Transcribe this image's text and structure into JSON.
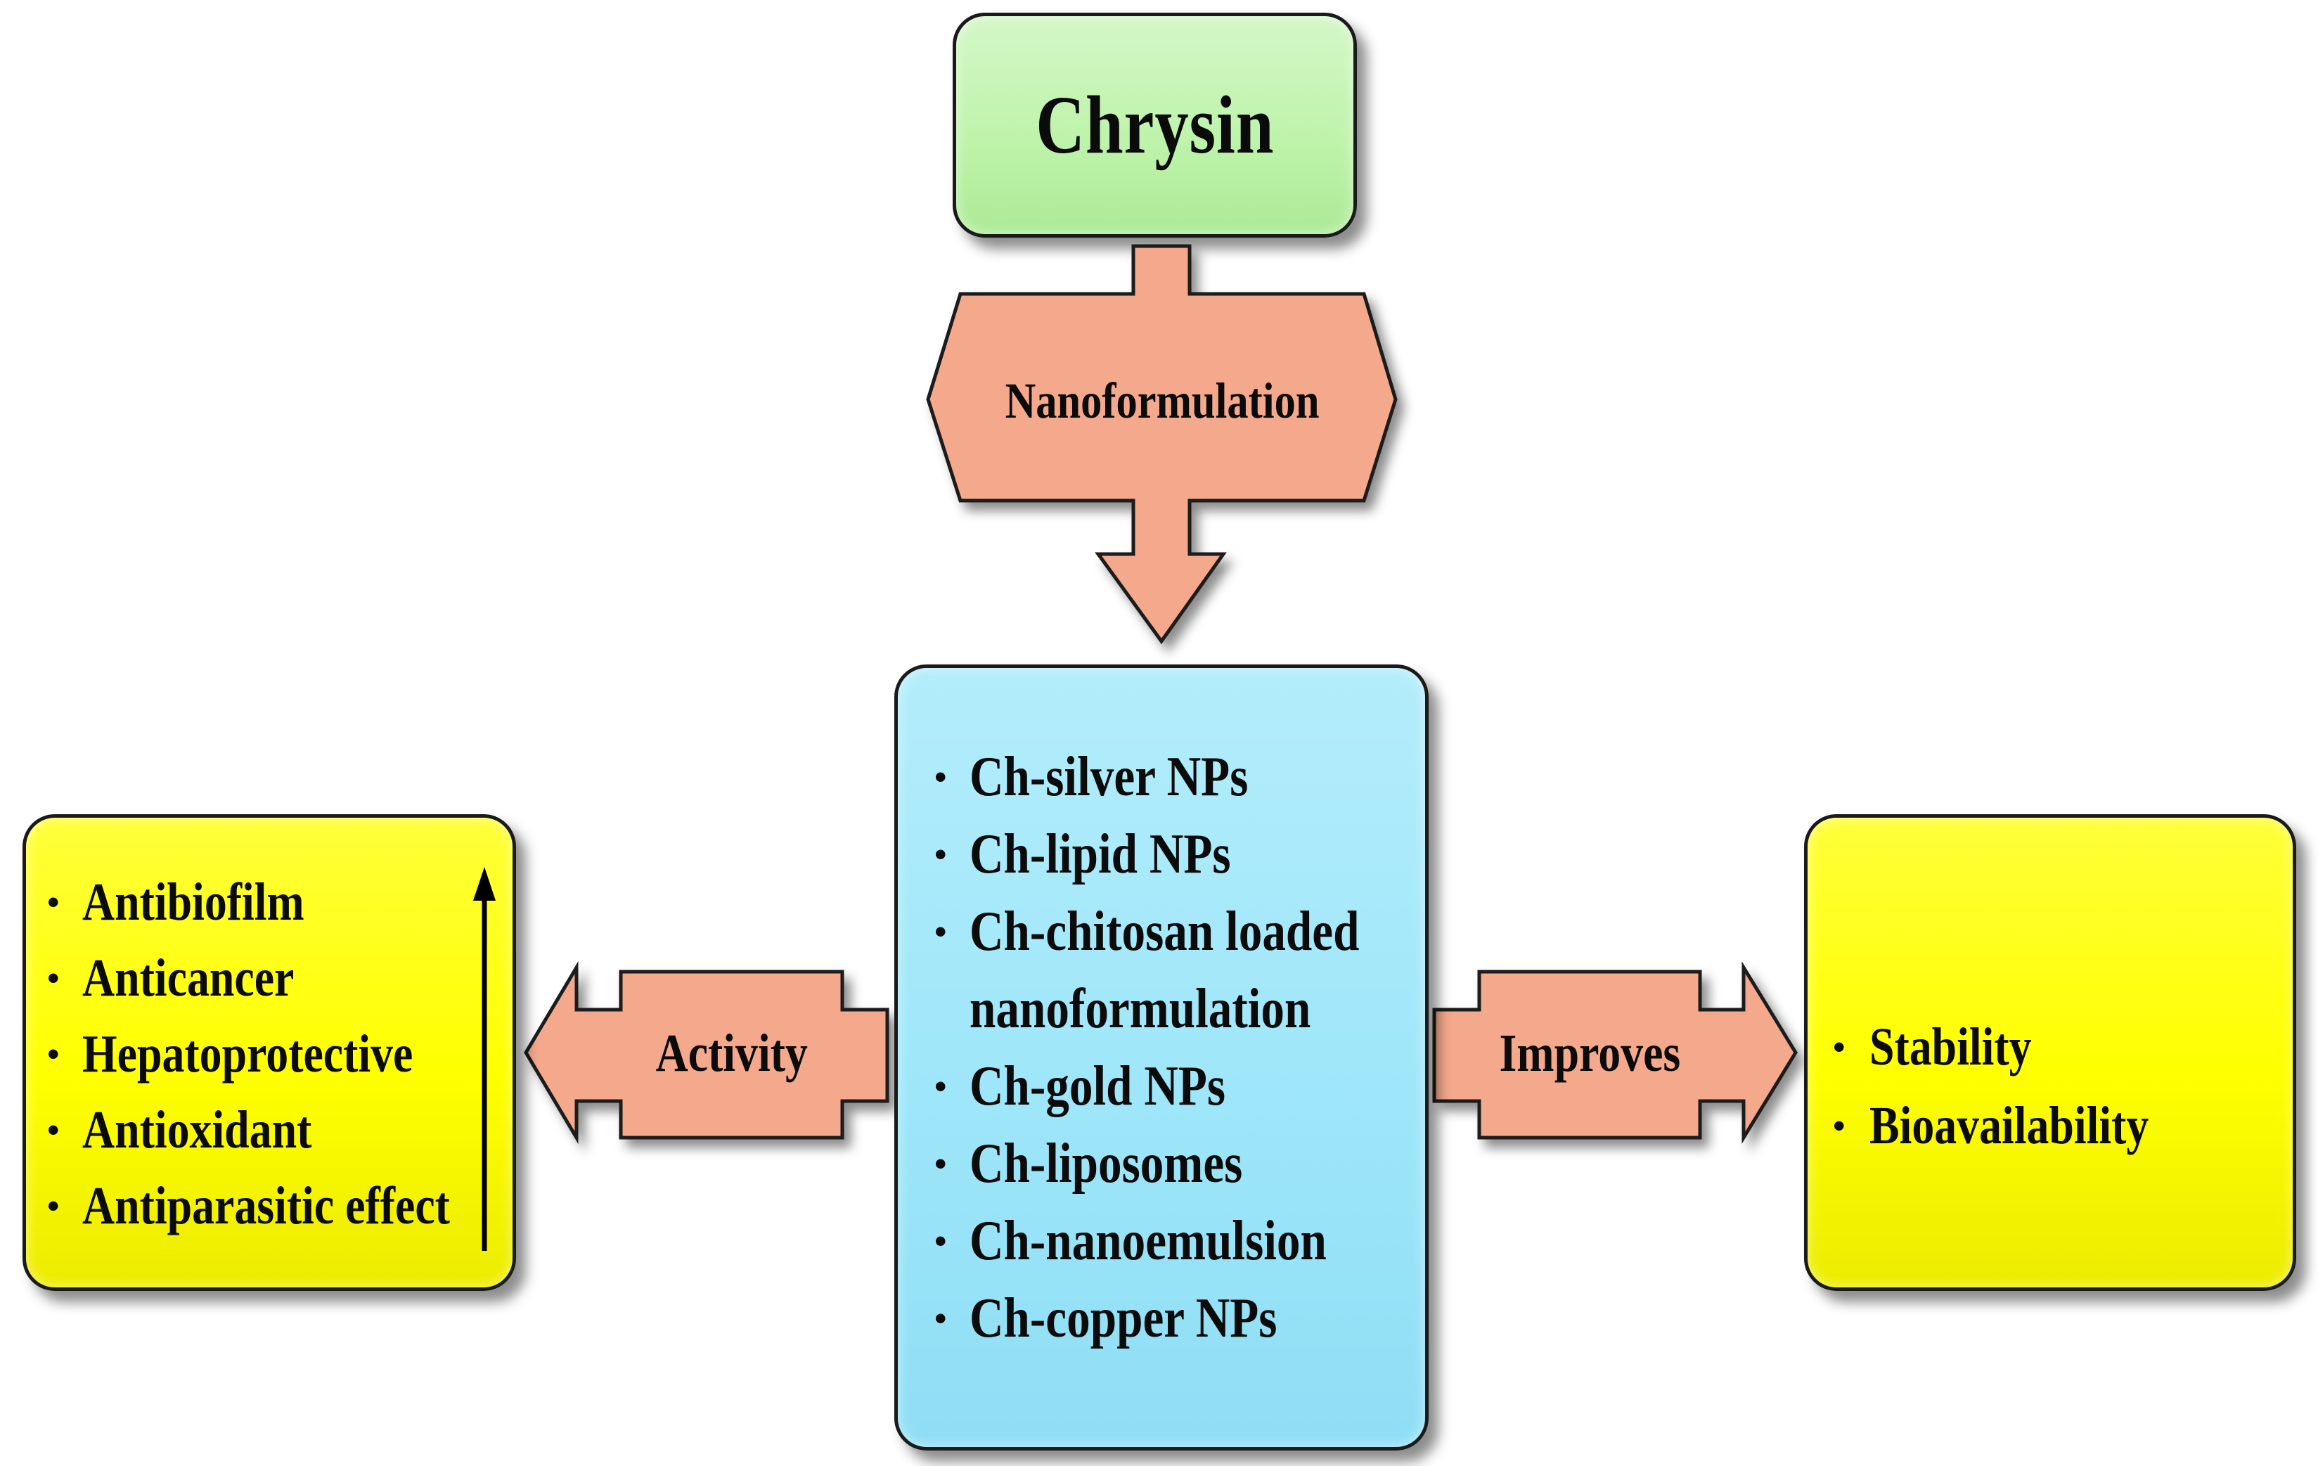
{
  "title": "Chrysin",
  "top_arrow": {
    "label": "Nanoformulation"
  },
  "center": {
    "items": [
      "Ch-silver NPs",
      "Ch-lipid NPs",
      "Ch-chitosan loaded nanoformulation",
      "Ch-gold NPs",
      "Ch-liposomes",
      "Ch-nanoemulsion",
      "Ch-copper NPs"
    ]
  },
  "left_arrow": {
    "label": "Activity"
  },
  "left_box": {
    "items": [
      "Antibiofilm",
      "Anticancer",
      "Hepatoprotective",
      "Antioxidant",
      "Antiparasitic effect"
    ]
  },
  "right_arrow": {
    "label": "Improves"
  },
  "right_box": {
    "items": [
      "Stability",
      "Bioavailability"
    ]
  },
  "colors": {
    "title_fill": "#bdf3a9",
    "center_fill": "#a0e7fa",
    "side_fill": "#ffff00",
    "arrow_fill": "#f5a98c",
    "outline": "#1a1a1a"
  },
  "icons": {
    "increase_indicator": "up-arrow-icon"
  }
}
